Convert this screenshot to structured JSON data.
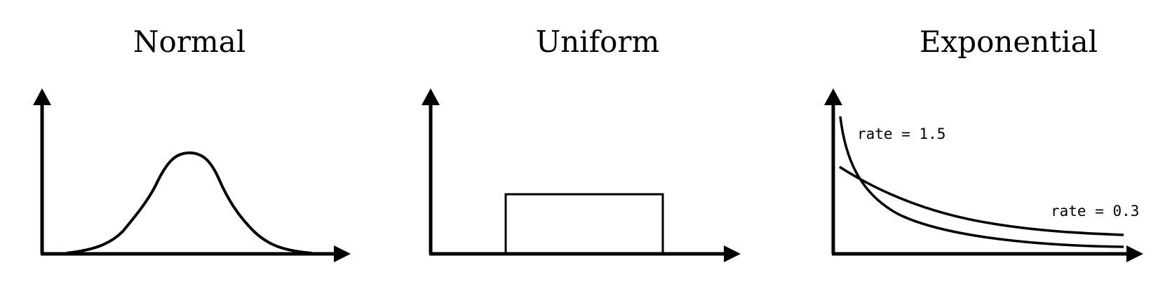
{
  "panels": [
    {
      "title": "Normal"
    },
    {
      "title": "Uniform"
    },
    {
      "title": "Exponential"
    }
  ],
  "annotations": {
    "rate_high": "rate = 1.5",
    "rate_low": "rate = 0.3"
  }
}
